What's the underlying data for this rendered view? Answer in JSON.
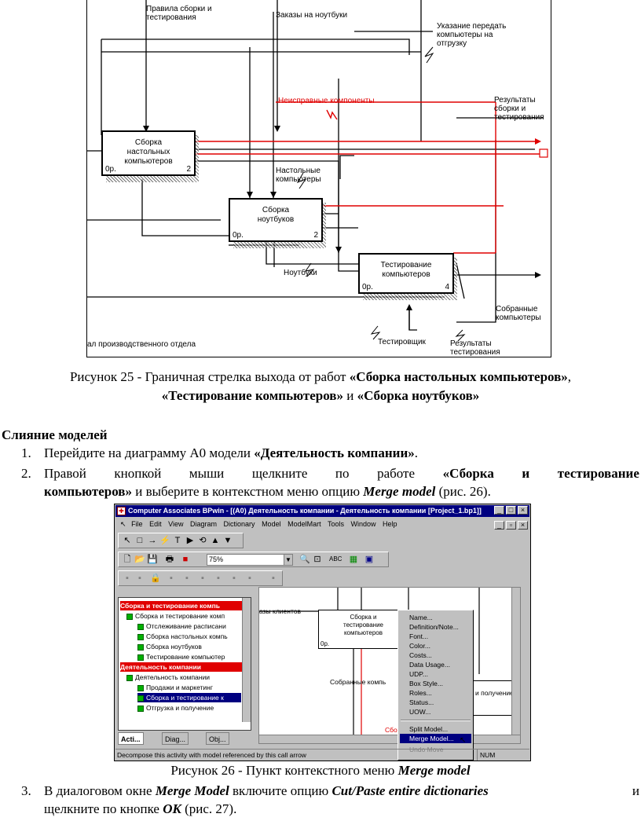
{
  "figure25": {
    "labels": {
      "rules": "Правила сборки и\nтестирования",
      "orders": "Заказы на ноутбуки",
      "ship_instr": "Указание передать\nкомпьютеры на\nотгрузку",
      "faulty": "Неисправные компоненты",
      "results_top": "Результаты\nсборки и\nтестирования",
      "desk_parts": "Настольные\nкомпьютеры",
      "notebooks": "Ноутбуки",
      "assembled": "Собранные\nкомпьютеры",
      "tester": "Тестировщик",
      "results_bottom": "Результаты\nтестирования",
      "prod_dept": "ал производственного отдела"
    },
    "boxes": [
      {
        "title": "Сборка\nнастольных\nкомпьютеров",
        "op": "0р.",
        "num": "2"
      },
      {
        "title": "Сборка\nноутбуков",
        "op": "0р.",
        "num": "2"
      },
      {
        "title": "Тестирование\nкомпьютеров",
        "op": "0р.",
        "num": "4"
      }
    ]
  },
  "caption25": {
    "prefix": "Рисунок 25 - Граничная стрелка выхода от работ ",
    "b1": "«Сборка настольных компьютеров»",
    "sep1": ",",
    "b2": "«Тестирование компьютеров»",
    "sep2": " и ",
    "b3": "«Сборка ноутбуков»"
  },
  "section_title": "Слияние моделей",
  "step1": {
    "num": "1.",
    "text": "Перейдите на диаграмму А0 модели ",
    "bold": "«Деятельность компании»",
    "end": "."
  },
  "step2": {
    "num": "2.",
    "line1_words": [
      "Правой",
      "кнопкой",
      "мыши",
      "щелкните",
      "по",
      "работе",
      "«Сборка",
      "и",
      "тестирование"
    ],
    "line2_bold": "компьютеров»",
    "line2_text": " и выберите в контекстном меню опцию ",
    "line2_bi": "Merge model",
    "line2_end": " (рис. 26)."
  },
  "window": {
    "title": "Computer Associates BPwin - [(A0) Деятельность компании - Деятельность компании  [Project_1.bp1]]",
    "menu": [
      "File",
      "Edit",
      "View",
      "Diagram",
      "Dictionary",
      "Model",
      "ModelMart",
      "Tools",
      "Window",
      "Help"
    ],
    "zoom": "75%",
    "tree": [
      {
        "label": "Сборка и тестирование компь",
        "level": 0,
        "root": true
      },
      {
        "label": "Сборка и тестирование комп",
        "level": 1
      },
      {
        "label": "Отслеживание расписани",
        "level": 2
      },
      {
        "label": "Сборка настольных компь",
        "level": 2
      },
      {
        "label": "Сборка ноутбуков",
        "level": 2
      },
      {
        "label": "Тестирование компьютер",
        "level": 2
      },
      {
        "label": "Деятельность компании",
        "level": 0,
        "root": true
      },
      {
        "label": "Деятельность компании",
        "level": 1
      },
      {
        "label": "Продажи и маркетинг",
        "level": 2
      },
      {
        "label": "Сборка и тестирование к",
        "level": 2,
        "selected": true
      },
      {
        "label": "Отгрузка и получение",
        "level": 2
      }
    ],
    "tabs": [
      "Acti...",
      "Diag...",
      "Obj..."
    ],
    "canvas": {
      "box_title": "Сборка и\nтестирование\nкомпьютеров",
      "box_op": "0р.",
      "label_clients": "азы клиентов",
      "label_assembled": "Собранные компь",
      "label_receive": "и получение",
      "label_red": "Сбор"
    },
    "context_menu": [
      "Name...",
      "Definition/Note...",
      "Font...",
      "Color...",
      "Costs...",
      "Data Usage...",
      "UDP...",
      "Box Style...",
      "Roles...",
      "Status...",
      "UOW...",
      "Split Model...",
      "Merge Model...",
      "Undo Move"
    ],
    "status": "Decompose this activity with model referenced by this call arrow",
    "status_num": "NUM"
  },
  "caption26": {
    "prefix": "Рисунок 26 - Пункт контекстного меню ",
    "bi": "Merge model"
  },
  "step3": {
    "num": "3.",
    "t1": "В диалоговом окне ",
    "bi1": "Merge Model",
    "t2": " включите опцию ",
    "bi2": "Cut/Paste entire dictionaries",
    "t3": " и",
    "l2_t1": "щелкните по кнопке ",
    "l2_bi": "OK",
    "l2_t2": " (рис. 27)."
  }
}
